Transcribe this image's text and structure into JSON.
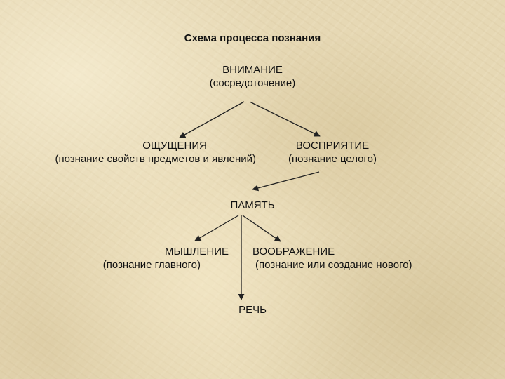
{
  "title": "Схема процесса познания",
  "nodes": {
    "attention": {
      "label": "ВНИМАНИЕ",
      "sub": "(сосредоточение)"
    },
    "sensation": {
      "label": "ОЩУЩЕНИЯ",
      "sub": "(познание свойств предметов и явлений)"
    },
    "perception": {
      "label": "ВОСПРИЯТИЕ",
      "sub": "(познание целого)"
    },
    "memory": {
      "label": "ПАМЯТЬ"
    },
    "thinking": {
      "label": "МЫШЛЕНИЕ",
      "sub": "(познание главного)"
    },
    "imagination": {
      "label": "ВООБРАЖЕНИЕ",
      "sub": "(познание или создание нового)"
    },
    "speech": {
      "label": "РЕЧЬ"
    }
  },
  "colors": {
    "background": "#e6d8b4",
    "ink": "#111111"
  }
}
